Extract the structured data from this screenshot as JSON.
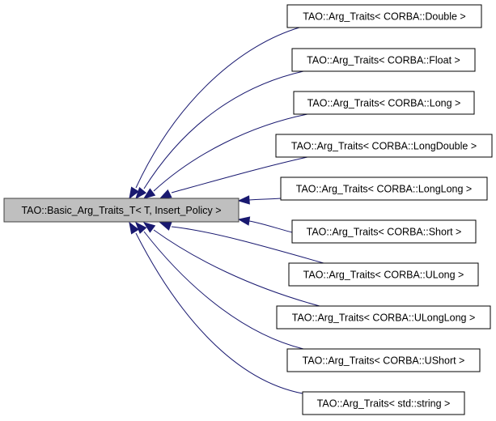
{
  "diagram": {
    "type": "inheritance-graph",
    "colors": {
      "edge": "#191970",
      "base_fill": "#bfbfbf",
      "base_border": "#404040",
      "node_fill": "#ffffff",
      "node_border": "#000000"
    },
    "base": {
      "id": "base",
      "label": "TAO::Basic_Arg_Traits_T< T, Insert_Policy >"
    },
    "derived": [
      {
        "id": "double",
        "label": "TAO::Arg_Traits< CORBA::Double >"
      },
      {
        "id": "float",
        "label": "TAO::Arg_Traits< CORBA::Float >"
      },
      {
        "id": "long",
        "label": "TAO::Arg_Traits< CORBA::Long >"
      },
      {
        "id": "longdouble",
        "label": "TAO::Arg_Traits< CORBA::LongDouble >"
      },
      {
        "id": "longlong",
        "label": "TAO::Arg_Traits< CORBA::LongLong >"
      },
      {
        "id": "short",
        "label": "TAO::Arg_Traits< CORBA::Short >"
      },
      {
        "id": "ulong",
        "label": "TAO::Arg_Traits< CORBA::ULong >"
      },
      {
        "id": "ulonglong",
        "label": "TAO::Arg_Traits< CORBA::ULongLong >"
      },
      {
        "id": "ushort",
        "label": "TAO::Arg_Traits< CORBA::UShort >"
      },
      {
        "id": "string",
        "label": "TAO::Arg_Traits< std::string >"
      }
    ],
    "edges": [
      {
        "from": "double",
        "to": "base"
      },
      {
        "from": "float",
        "to": "base"
      },
      {
        "from": "long",
        "to": "base"
      },
      {
        "from": "longdouble",
        "to": "base"
      },
      {
        "from": "longlong",
        "to": "base"
      },
      {
        "from": "short",
        "to": "base"
      },
      {
        "from": "ulong",
        "to": "base"
      },
      {
        "from": "ulonglong",
        "to": "base"
      },
      {
        "from": "ushort",
        "to": "base"
      },
      {
        "from": "string",
        "to": "base"
      }
    ]
  }
}
